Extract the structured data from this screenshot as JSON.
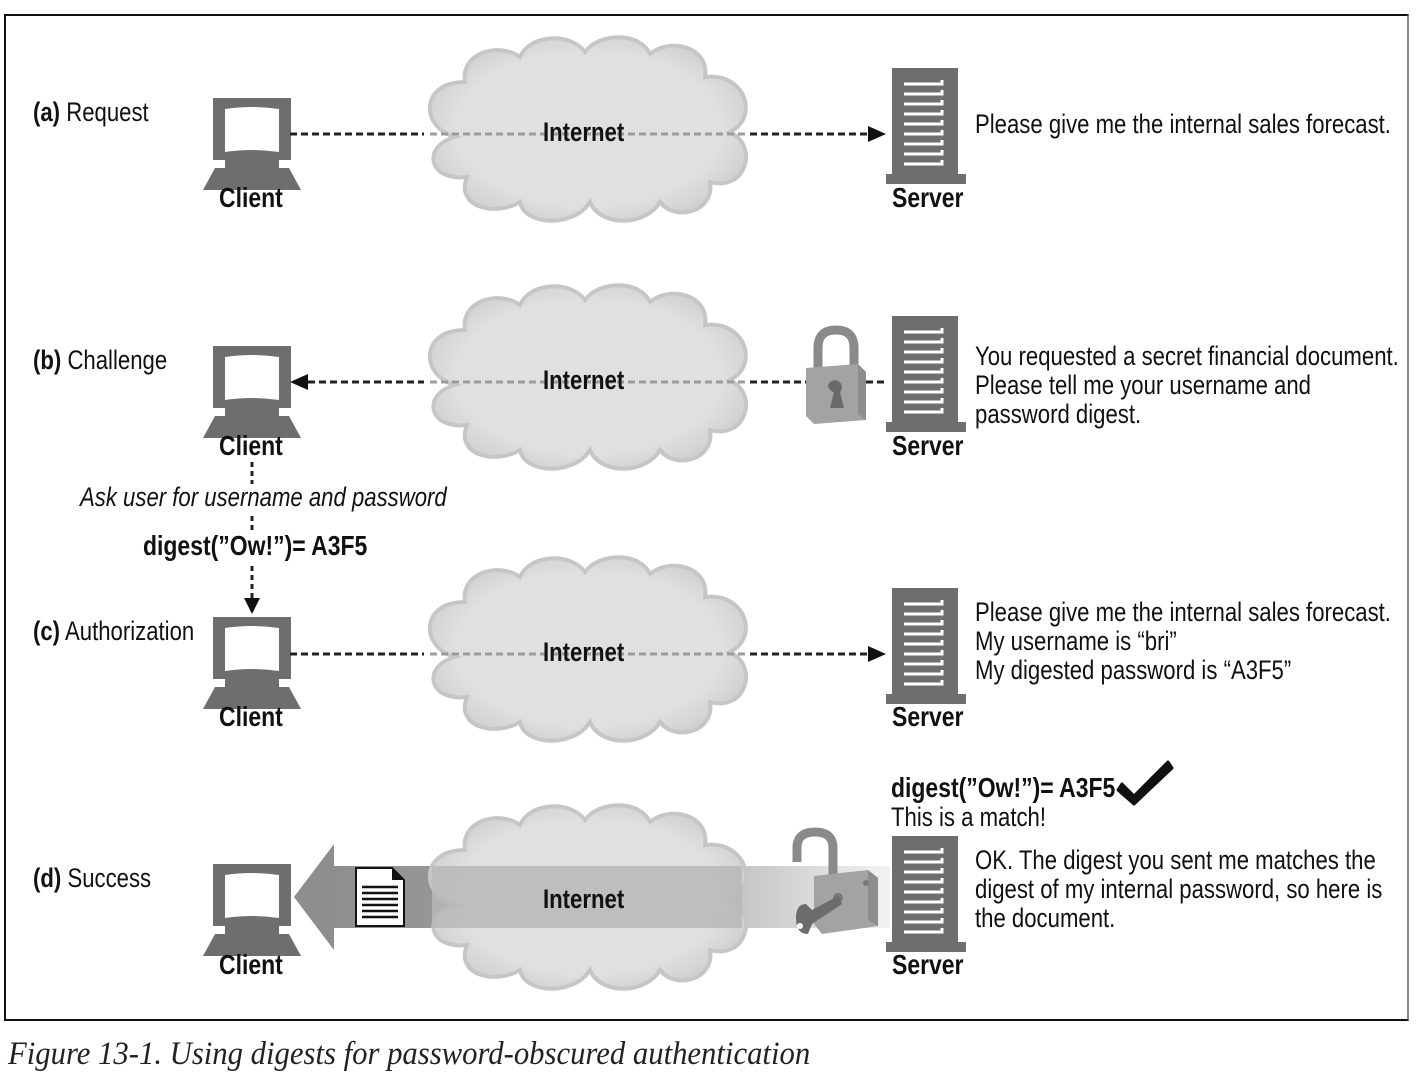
{
  "figure": {
    "caption": "Figure 13-1. Using digests for password-obscured authentication",
    "colors": {
      "icon_gray": "#707070",
      "cloud_fill": "#dedede",
      "cloud_edge": "#c4c4c4",
      "lock_gray": "#9a9a9a",
      "text": "#111111"
    },
    "panels": [
      {
        "id": "a",
        "step_letter": "(a)",
        "step_name": "Request",
        "client_label": "Client",
        "server_label": "Server",
        "network_label": "Internet",
        "direction": "client-to-server",
        "server_message": [
          "Please give me the internal sales forecast."
        ]
      },
      {
        "id": "b",
        "step_letter": "(b)",
        "step_name": "Challenge",
        "client_label": "Client",
        "server_label": "Server",
        "network_label": "Internet",
        "direction": "server-to-client",
        "lock_icon": "locked-padlock-icon",
        "server_message": [
          "You requested a secret financial document.",
          "Please tell me your username and",
          "password digest."
        ],
        "client_note": "Ask user for username and  password",
        "client_digest": "digest(”Ow!”)= A3F5"
      },
      {
        "id": "c",
        "step_letter": "(c)",
        "step_name": "Authorization",
        "client_label": "Client",
        "server_label": "Server",
        "network_label": "Internet",
        "direction": "client-to-server",
        "server_message": [
          "Please give me the internal sales forecast.",
          "My username is “bri”",
          "My digested password is “A3F5”"
        ]
      },
      {
        "id": "d",
        "step_letter": "(d)",
        "step_name": "Success",
        "client_label": "Client",
        "server_label": "Server",
        "network_label": "Internet",
        "direction": "server-to-client",
        "lock_icon": "unlocked-padlock-with-key-icon",
        "payload_icon": "document-icon",
        "server_check": "digest(”Ow!”)= A3F5",
        "server_check_result": "This is a match!",
        "server_message": [
          "OK. The digest you sent me matches the",
          "digest of my internal password, so here is",
          "the document."
        ]
      }
    ]
  }
}
